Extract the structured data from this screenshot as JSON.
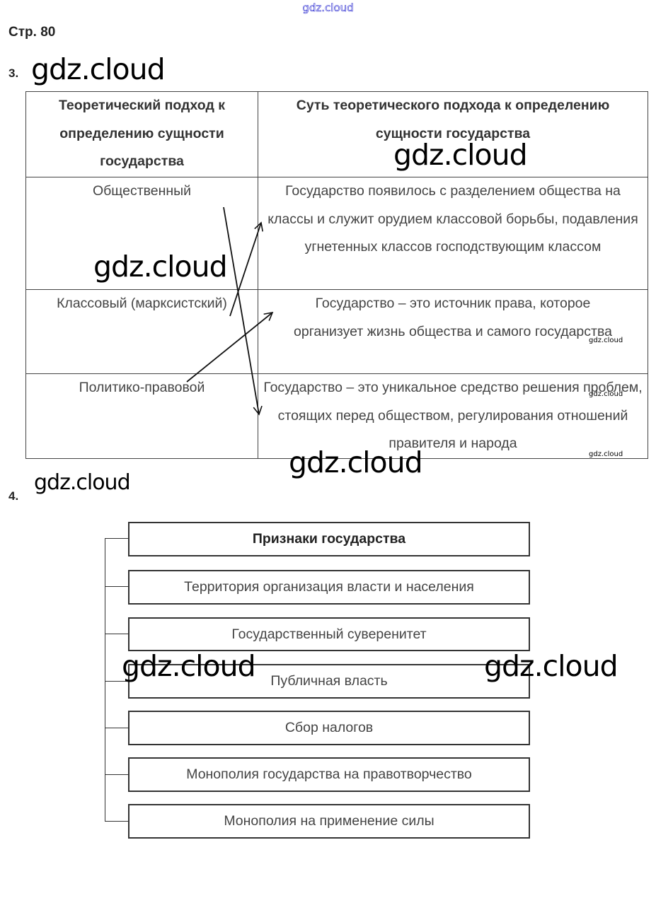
{
  "watermarks": {
    "top": "gdz.cloud",
    "task3": "gdz.cloud",
    "header_right": "gdz.cloud",
    "row1_left": "gdz.cloud",
    "small_1": "gdz.cloud",
    "small_2": "gdz.cloud",
    "small_3": "gdz.cloud",
    "below_table": "gdz.cloud",
    "task4": "gdz.cloud",
    "diagram_left": "gdz.cloud",
    "diagram_right": "gdz.cloud"
  },
  "page_label": "Стр. 80",
  "task3": {
    "number": "3.",
    "headers": [
      "Теоретический подход к определению сущности государства",
      "Суть теоретического подхода к определению сущности государства"
    ],
    "rows": [
      {
        "approach": "Общественный",
        "essence": "Государство появилось с разделением общества на классы и служит орудием классовой борьбы, подавления угнетенных классов господствующим классом"
      },
      {
        "approach": "Классовый (марксистский)",
        "essence": "Государство – это источник права, которое организует жизнь общества и самого государства"
      },
      {
        "approach": "Политико-правовой",
        "essence": "Государство – это уникальное средство решения проблем, стоящих перед обществом, регулирования отношений правителя и народа"
      }
    ],
    "connections": [
      {
        "from": "Общественный",
        "to": "row 3"
      },
      {
        "from": "Классовый (марксистский)",
        "to": "row 1"
      },
      {
        "from": "Политико-правовой",
        "to": "row 2"
      }
    ]
  },
  "task4": {
    "number": "4.",
    "title": "Признаки государства",
    "items": [
      "Территория организация власти и населения",
      "Государственный суверенитет",
      "Публичная власть",
      "Сбор налогов",
      "Монополия государства на правотворчество",
      "Монополия на применение силы"
    ]
  }
}
